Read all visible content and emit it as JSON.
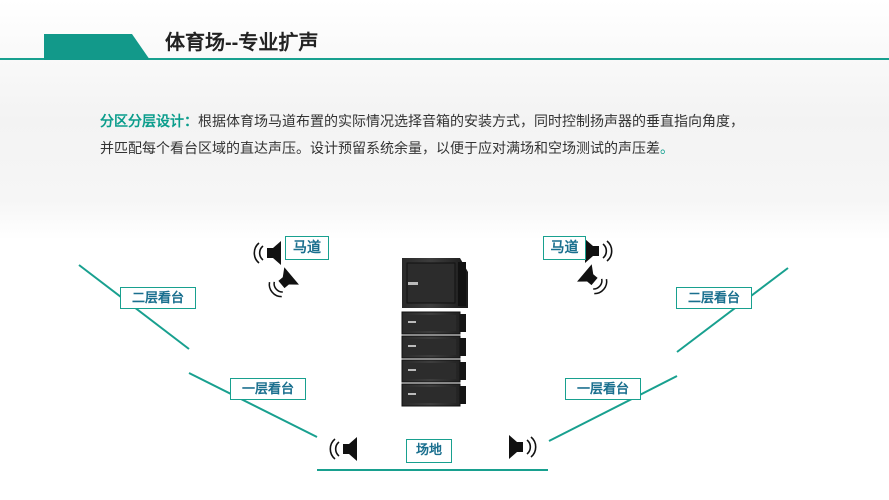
{
  "page": {
    "title": "体育场--专业扩声",
    "accent": "#0b9d8c",
    "line_color": "#18a08f",
    "label_text_color": "#1a6f8e"
  },
  "intro": {
    "lead": "分区分层设计：",
    "line1": "根据体育场马道布置的实际情况选择音箱的安装方式，同时控制扬声器的垂直指向角度，",
    "line2": "并匹配每个看台区域的直达声压。设计预留系统余量，以便于应对满场和空场测试的声压差",
    "end_mark": "。"
  },
  "diagram": {
    "labels": {
      "catwalk_left": "马道",
      "catwalk_right": "马道",
      "upper_stand_left": "二层看台",
      "upper_stand_right": "二层看台",
      "lower_stand_left": "一层看台",
      "lower_stand_right": "一层看台",
      "field": "场地"
    },
    "icons": [
      "speaker-icon",
      "line-array-speaker-icon"
    ]
  }
}
